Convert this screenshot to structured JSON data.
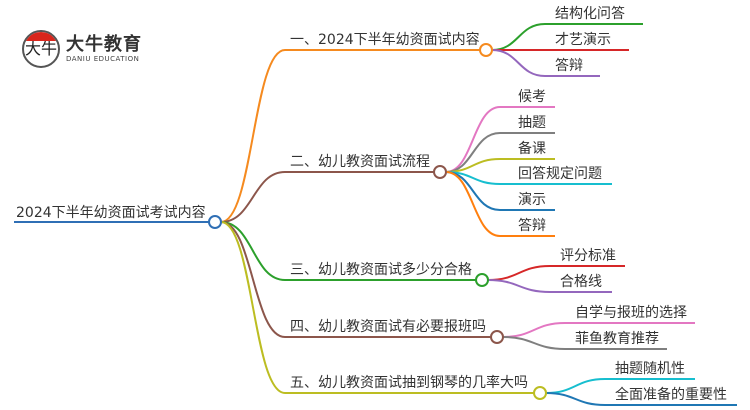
{
  "logo": {
    "mark": "大牛",
    "name": "大牛教育",
    "subtitle": "DANIU EDUCATION"
  },
  "root": {
    "label": "2024下半年幼资面试考试内容",
    "color": "#2f6fb5"
  },
  "branches": [
    {
      "label": "一、2024下半年幼资面试内容",
      "color": "#f58a1f",
      "children": [
        {
          "label": "结构化问答",
          "color": "#2ca02c"
        },
        {
          "label": "才艺演示",
          "color": "#d62728"
        },
        {
          "label": "答辩",
          "color": "#9467bd"
        }
      ]
    },
    {
      "label": "二、幼儿教资面试流程",
      "color": "#8c564b",
      "children": [
        {
          "label": "候考",
          "color": "#e377c2"
        },
        {
          "label": "抽题",
          "color": "#7f7f7f"
        },
        {
          "label": "备课",
          "color": "#bcbd22"
        },
        {
          "label": "回答规定问题",
          "color": "#17becf"
        },
        {
          "label": "演示",
          "color": "#1f77b4"
        },
        {
          "label": "答辩",
          "color": "#ff7f0e"
        }
      ]
    },
    {
      "label": "三、幼儿教资面试多少分合格",
      "color": "#2ca02c",
      "children": [
        {
          "label": "评分标准",
          "color": "#d62728"
        },
        {
          "label": "合格线",
          "color": "#9467bd"
        }
      ]
    },
    {
      "label": "四、幼儿教资面试有必要报班吗",
      "color": "#8c564b",
      "children": [
        {
          "label": "自学与报班的选择",
          "color": "#e377c2"
        },
        {
          "label": "菲鱼教育推荐",
          "color": "#7f7f7f"
        }
      ]
    },
    {
      "label": "五、幼儿教资面试抽到钢琴的几率大吗",
      "color": "#bcbd22",
      "children": [
        {
          "label": "抽题随机性",
          "color": "#17becf"
        },
        {
          "label": "全面准备的重要性",
          "color": "#1f77b4"
        }
      ]
    }
  ]
}
